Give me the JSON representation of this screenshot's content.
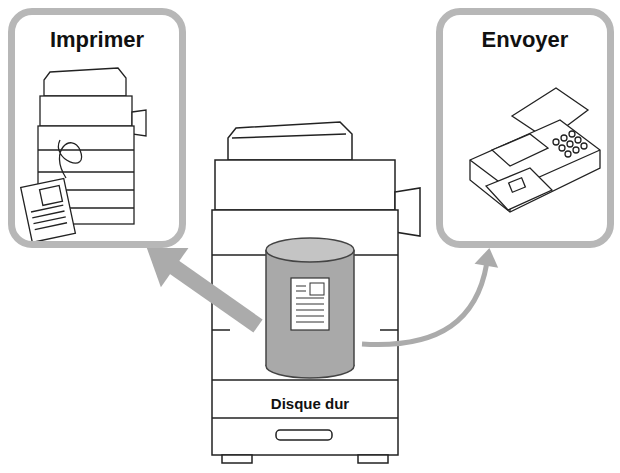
{
  "diagram": {
    "nodes": [
      {
        "text": [
          "Imprimer"
        ]
      },
      {
        "text": [
          "Envoyer"
        ]
      },
      {
        "text": [
          "Disque dur"
        ]
      }
    ],
    "edges": [
      {
        "from": 2,
        "to": 0,
        "arrow": "to"
      },
      {
        "from": 2,
        "to": 1,
        "arrow": "to"
      }
    ]
  }
}
